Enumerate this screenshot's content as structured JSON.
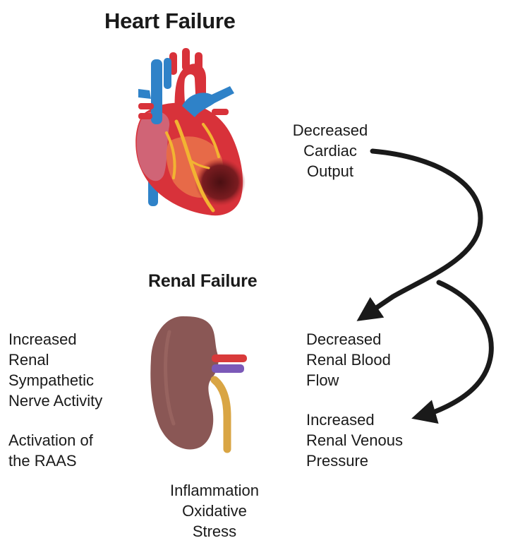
{
  "titles": {
    "heart_failure": "Heart Failure",
    "renal_failure": "Renal Failure"
  },
  "labels": {
    "decreased_cardiac_output": "Decreased\nCardiac\nOutput",
    "renal_sympathetic": "Increased\nRenal\nSympathetic\nNerve Activity",
    "raas": "Activation of\nthe RAAS",
    "renal_blood_flow": "Decreased\nRenal Blood\nFlow",
    "renal_venous_pressure": "Increased\nRenal Venous\nPressure",
    "inflammation": "Inflammation\nOxidative\nStress"
  },
  "icons": {
    "heart": "heart-illustration-icon",
    "kidney": "kidney-illustration-icon",
    "arrows": "curved-arrow-icon"
  },
  "colors": {
    "heart_red": "#d8323a",
    "heart_pink": "#d06476",
    "vessel_blue": "#2f82c8",
    "infarct_dark": "#6b1a1e",
    "kidney_brown": "#8a5755",
    "artery_red": "#d93a3a",
    "vein_purple": "#7b59b8",
    "ureter_yellow": "#d9a544",
    "arrow": "#1a1a1a"
  }
}
